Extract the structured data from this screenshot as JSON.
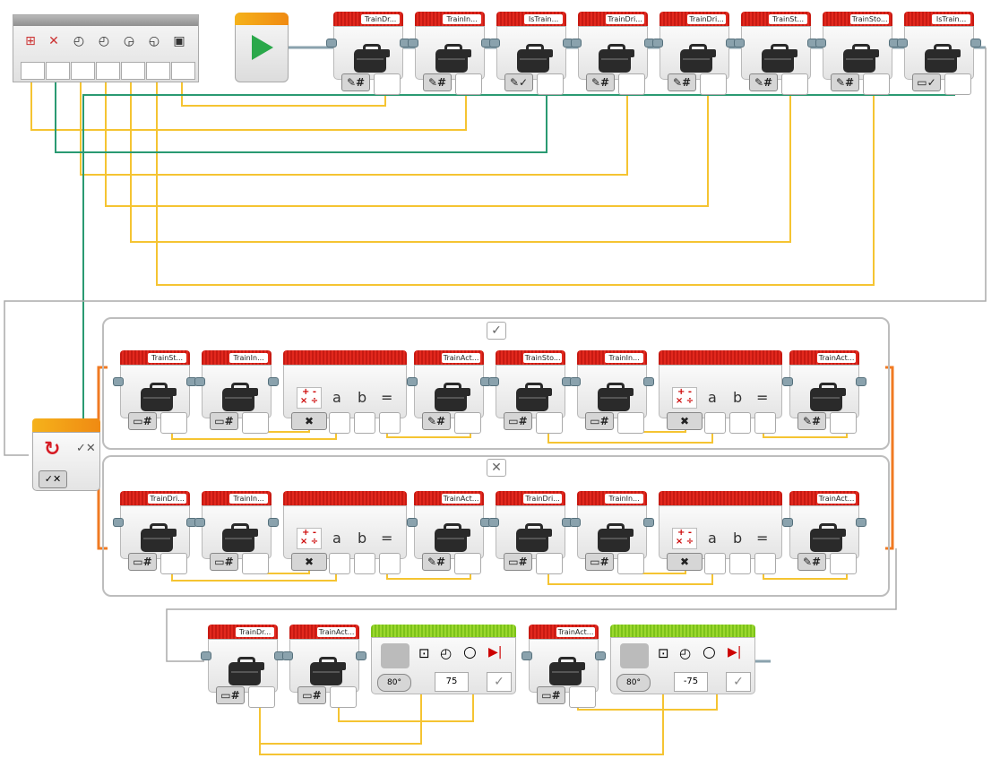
{
  "program": {
    "top_row": [
      {
        "label": "TrainDr...",
        "mode": "✎#"
      },
      {
        "label": "TrainIn...",
        "mode": "✎#"
      },
      {
        "label": "IsTrain...",
        "mode": "✎✓"
      },
      {
        "label": "TrainDri...",
        "mode": "✎#"
      },
      {
        "label": "TrainDri...",
        "mode": "✎#"
      },
      {
        "label": "TrainSt...",
        "mode": "✎#"
      },
      {
        "label": "TrainSto...",
        "mode": "✎#"
      },
      {
        "label": "IsTrain...",
        "mode": "▭✓"
      }
    ],
    "case_true_row": [
      {
        "label": "TrainSt...",
        "kind": "var",
        "mode": "▭#"
      },
      {
        "label": "TrainIn...",
        "kind": "var",
        "mode": "▭#"
      },
      {
        "label": "",
        "kind": "math"
      },
      {
        "label": "TrainAct...",
        "kind": "var",
        "mode": "✎#"
      },
      {
        "label": "TrainSto...",
        "kind": "var",
        "mode": "▭#"
      },
      {
        "label": "TrainIn...",
        "kind": "var",
        "mode": "▭#"
      },
      {
        "label": "",
        "kind": "math"
      },
      {
        "label": "TrainAct...",
        "kind": "var",
        "mode": "✎#"
      }
    ],
    "case_false_row": [
      {
        "label": "TrainDri...",
        "kind": "var",
        "mode": "▭#"
      },
      {
        "label": "TrainIn...",
        "kind": "var",
        "mode": "▭#"
      },
      {
        "label": "",
        "kind": "math"
      },
      {
        "label": "TrainAct...",
        "kind": "var",
        "mode": "✎#"
      },
      {
        "label": "TrainDri...",
        "kind": "var",
        "mode": "▭#"
      },
      {
        "label": "TrainIn...",
        "kind": "var",
        "mode": "▭#"
      },
      {
        "label": "",
        "kind": "math"
      },
      {
        "label": "TrainAct...",
        "kind": "var",
        "mode": "✎#"
      }
    ],
    "bottom_row": [
      {
        "label": "TrainDr...",
        "mode": "▭#"
      },
      {
        "label": "TrainAct...",
        "mode": "▭#"
      },
      {
        "label": "TrainAct...",
        "mode": "▭#"
      }
    ],
    "math": {
      "a": "a",
      "b": "b",
      "eq": "=",
      "ops": "+ -\n× ÷",
      "mode": "✖"
    },
    "motors": [
      {
        "power": "75",
        "mode": "80°"
      },
      {
        "power": "-75",
        "mode": "80°"
      }
    ],
    "switch_tabs": {
      "true_icon": "✓",
      "false_icon": "✕",
      "mode_icon": "✓✕"
    },
    "colors": {
      "wire_yellow": "#f5c432",
      "wire_green": "#2a9a72",
      "case_orange": "#f07a22",
      "block_red": "#e2281e",
      "motor_green": "#8fd024"
    }
  }
}
